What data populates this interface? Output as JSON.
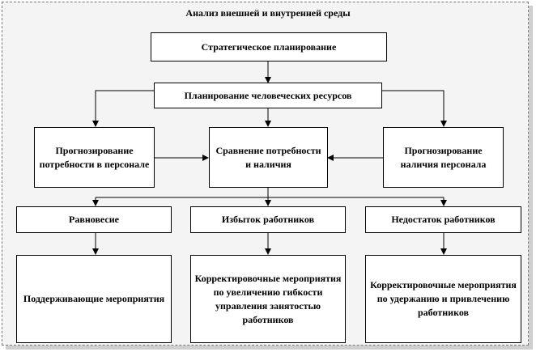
{
  "diagram": {
    "title": "Анализ внешней и внутренней среды",
    "nodes": {
      "strategic": "Стратегическое планирование",
      "hr_planning": "Планирование человеческих ресурсов",
      "forecast_need": "Прогнозирование потребности в персонале",
      "compare": "Сравнение потребности и наличия",
      "forecast_avail": "Прогнозирование наличия персонала",
      "balance": "Равновесие",
      "surplus": "Избыток работников",
      "shortage": "Недостаток работников",
      "supporting": "Поддерживающие мероприятия",
      "corrective_surplus": "Корректировочные мероприятия по увеличению гибкости управления занятостью работников",
      "corrective_shortage": "Корректировочные мероприятия по удержанию и привлечению работников"
    }
  }
}
